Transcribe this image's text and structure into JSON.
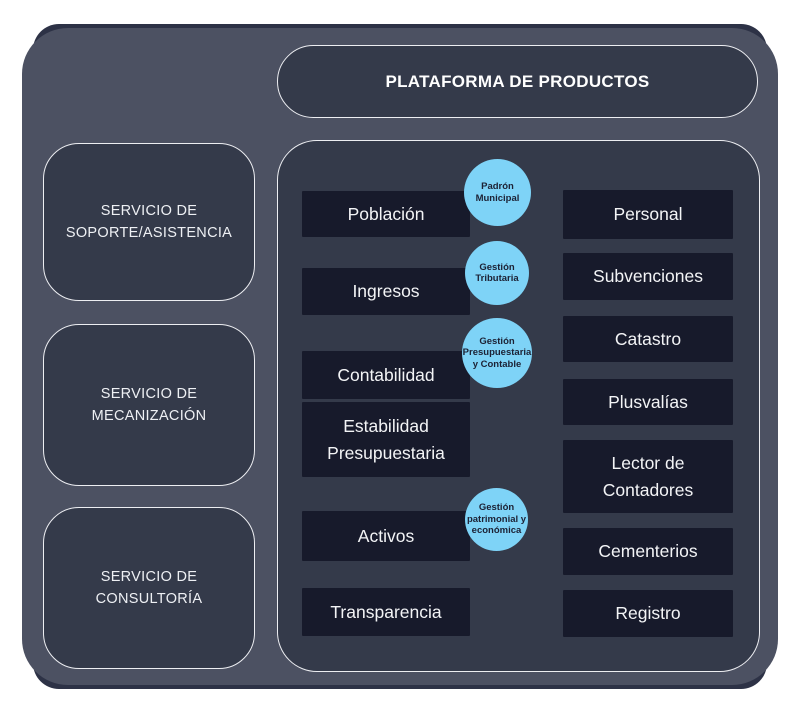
{
  "colors": {
    "page_bg": "#ffffff",
    "frame_accent": "#2d3246",
    "frame_bg": "#4c5162",
    "card_bg": "#343a4a",
    "card_border": "#edeef2",
    "product_bg": "#171a2b",
    "bubble_bg": "#7ed3f7",
    "bubble_text": "#1c2134",
    "text_light": "#f3f4f6"
  },
  "header": {
    "title": "PLATAFORMA DE PRODUCTOS"
  },
  "services": [
    {
      "label": "SERVICIO DE\nSOPORTE/ASISTENCIA"
    },
    {
      "label": "SERVICIO DE\nMECANIZACIÓN"
    },
    {
      "label": "SERVICIO DE\nCONSULTORÍA"
    }
  ],
  "products": {
    "middle": [
      {
        "label": "Población"
      },
      {
        "label": "Ingresos"
      },
      {
        "label": "Contabilidad"
      },
      {
        "label": "Estabilidad\nPresupuestaria"
      },
      {
        "label": "Activos"
      },
      {
        "label": "Transparencia"
      }
    ],
    "right": [
      {
        "label": "Personal"
      },
      {
        "label": "Subvenciones"
      },
      {
        "label": "Catastro"
      },
      {
        "label": "Plusvalías"
      },
      {
        "label": "Lector de\nContadores"
      },
      {
        "label": "Cementerios"
      },
      {
        "label": "Registro"
      }
    ]
  },
  "bubbles": [
    {
      "label": "Padrón\nMunicipal"
    },
    {
      "label": "Gestión\nTributaria"
    },
    {
      "label": "Gestión\nPresupuestaria\ny Contable"
    },
    {
      "label": "Gestión\npatrimonial y\neconómica"
    }
  ]
}
